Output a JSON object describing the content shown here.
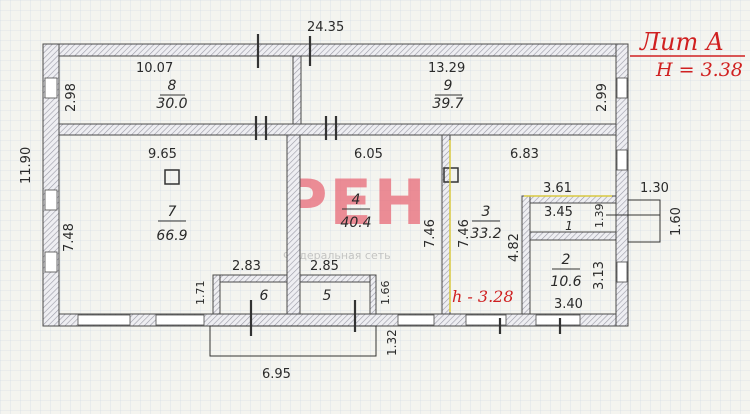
{
  "colors": {
    "wall": "#4a4a4a",
    "hatch": "#9a9aa6",
    "grid": "#b9c9d9",
    "red": "#d02020",
    "watermark": "#e86a78"
  },
  "title": {
    "lit": "Лит А",
    "height": "H = 3.38"
  },
  "room3_height": "h - 3.28",
  "dims": {
    "total_width": "24.35",
    "total_height": "11.90",
    "bottom_width": "6.95",
    "r8_width": "10.07",
    "r8_left": "2.98",
    "r9_width": "13.29",
    "r9_right": "2.99",
    "r7_width": "9.65",
    "r7_left": "7.48",
    "r4_width": "6.05",
    "r4_right": "7.46",
    "r3_left": "7.46",
    "r3_width": "6.83",
    "r3_inner": "4.82",
    "r1_width": "3.61",
    "r1_inner": "3.45",
    "r1_right": "1.39",
    "porch_w": "1.30",
    "porch_h": "1.60",
    "r2_right": "3.13",
    "r2_width": "3.40",
    "r6_width": "2.83",
    "r6_left": "1.71",
    "r5_width": "2.85",
    "r5_right": "1.66",
    "steps": "1.32"
  },
  "rooms": [
    {
      "num": "8",
      "area": "30.0"
    },
    {
      "num": "9",
      "area": "39.7"
    },
    {
      "num": "7",
      "area": "66.9"
    },
    {
      "num": "4",
      "area": "40.4"
    },
    {
      "num": "3",
      "area": "33.2"
    },
    {
      "num": "1",
      "area": ""
    },
    {
      "num": "2",
      "area": "10.6"
    },
    {
      "num": "6",
      "area": ""
    },
    {
      "num": "5",
      "area": ""
    }
  ],
  "watermark": {
    "logo": "РЕН",
    "caption": "Федеральная сеть"
  }
}
